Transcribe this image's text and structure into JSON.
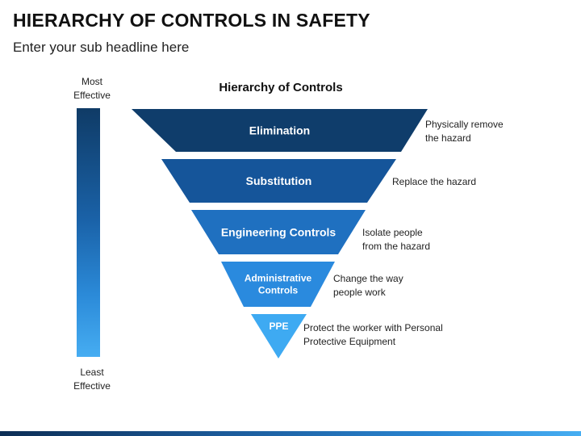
{
  "header": {
    "title": "HIERARCHY OF CONTROLS IN SAFETY",
    "subtitle": "Enter your sub headline here"
  },
  "scale": {
    "top_line1": "Most",
    "top_line2": "Effective",
    "bottom_line1": "Least",
    "bottom_line2": "Effective"
  },
  "diagram": {
    "title": "Hierarchy of Controls",
    "levels": [
      {
        "label": [
          "Elimination"
        ],
        "description": [
          "Physically remove",
          "the hazard"
        ],
        "color": "#0f3d6b"
      },
      {
        "label": [
          "Substitution"
        ],
        "description": [
          "Replace the hazard"
        ],
        "color": "#15559a"
      },
      {
        "label": [
          "Engineering Controls"
        ],
        "description": [
          "Isolate people",
          "from the hazard"
        ],
        "color": "#1f70c0"
      },
      {
        "label": [
          "Administrative",
          "Controls"
        ],
        "description": [
          "Change the way",
          "people work"
        ],
        "color": "#2a8ade"
      },
      {
        "label": [
          "PPE"
        ],
        "description": [
          "Protect the worker with Personal",
          "Protective Equipment"
        ],
        "color": "#3eaaf2"
      }
    ]
  }
}
